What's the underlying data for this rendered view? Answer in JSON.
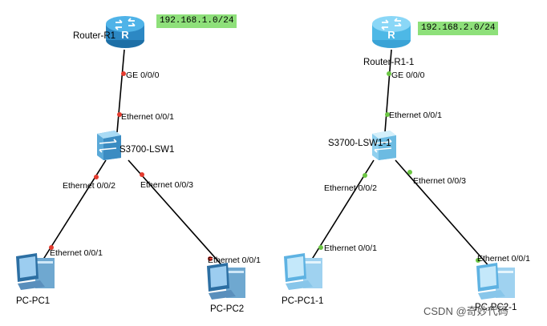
{
  "colors": {
    "link_down": "#e43b2f",
    "link_up": "#6cc644",
    "net_bg": "#8ee07a",
    "router_a": "#3b9fd6",
    "router_b": "#5fc2ea"
  },
  "topology_left": {
    "router": {
      "name": "Router-R1",
      "network": "192.168.1.0/24",
      "port": "GE 0/0/0"
    },
    "switch": {
      "name": "S3700-LSW1",
      "uplink": "Ethernet 0/0/1",
      "port_pc1": "Ethernet 0/0/2",
      "port_pc2": "Ethernet 0/0/3"
    },
    "pc1": {
      "name": "PC-PC1",
      "port": "Ethernet 0/0/1"
    },
    "pc2": {
      "name": "PC-PC2",
      "port": "Ethernet 0/0/1"
    }
  },
  "topology_right": {
    "router": {
      "name": "Router-R1-1",
      "network": "192.168.2.0/24",
      "port": "GE 0/0/0"
    },
    "switch": {
      "name": "S3700-LSW1-1",
      "uplink": "Ethernet 0/0/1",
      "port_pc1": "Ethernet 0/0/2",
      "port_pc2": "Ethernet 0/0/3"
    },
    "pc1": {
      "name": "PC-PC1-1",
      "port": "Ethernet 0/0/1"
    },
    "pc2": {
      "name": "PC-PC2-1",
      "port": "Ethernet 0/0/1"
    }
  },
  "watermark": "CSDN @奇妙代码"
}
